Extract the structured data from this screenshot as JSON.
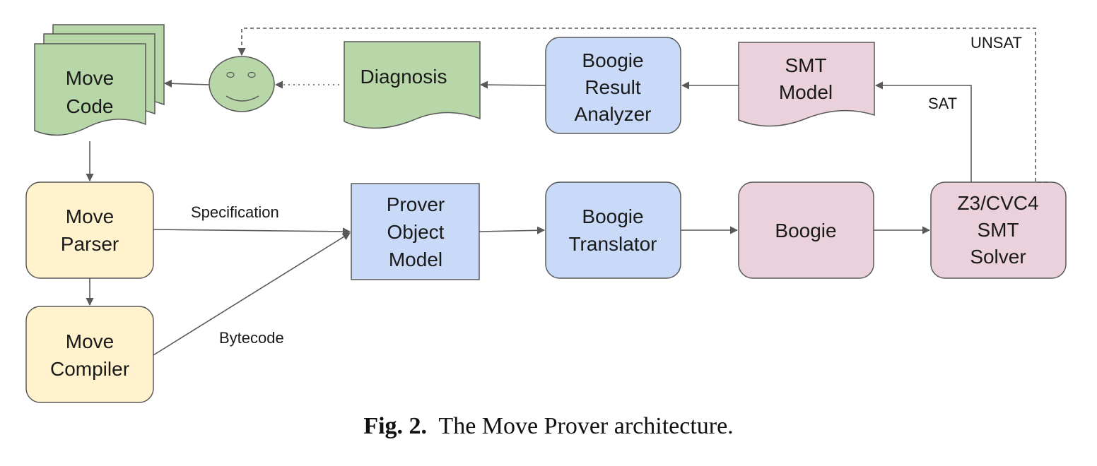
{
  "colors": {
    "green": "#b7d7a8",
    "yellow": "#fff2cc",
    "blue": "#c9daf8",
    "pink": "#ead1dc",
    "stroke": "#595959",
    "arrow": "#595959"
  },
  "nodes": {
    "move_code": {
      "lines": [
        "Move",
        "Code"
      ]
    },
    "smiley": {
      "icon": "smiley-face-icon"
    },
    "diagnosis": {
      "lines": [
        "Diagnosis"
      ]
    },
    "boogie_result_analyzer": {
      "lines": [
        "Boogie",
        "Result",
        "Analyzer"
      ]
    },
    "smt_model": {
      "lines": [
        "SMT",
        "Model"
      ]
    },
    "move_parser": {
      "lines": [
        "Move",
        "Parser"
      ]
    },
    "move_compiler": {
      "lines": [
        "Move",
        "Compiler"
      ]
    },
    "prover_object_model": {
      "lines": [
        "Prover",
        "Object",
        "Model"
      ]
    },
    "boogie_translator": {
      "lines": [
        "Boogie",
        "Translator"
      ]
    },
    "boogie": {
      "lines": [
        "Boogie"
      ]
    },
    "smt_solver": {
      "lines": [
        "Z3/CVC4",
        "SMT",
        "Solver"
      ]
    }
  },
  "edge_labels": {
    "specification": "Specification",
    "bytecode": "Bytecode",
    "sat": "SAT",
    "unsat": "UNSAT"
  },
  "caption": {
    "fig": "Fig. 2.",
    "text": "The Move Prover architecture."
  }
}
